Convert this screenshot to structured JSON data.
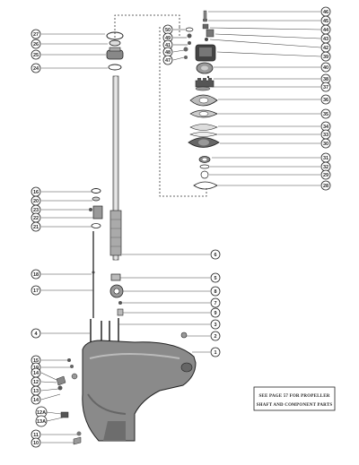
{
  "callouts": {
    "c27": "27",
    "c26": "26",
    "c25": "25",
    "c24": "24",
    "c46": "46",
    "c45": "45",
    "c44": "44",
    "c43": "43",
    "c42": "42",
    "c39": "39",
    "c50": "50",
    "c49": "49",
    "c41": "41",
    "c48": "48",
    "c47": "47",
    "c40": "40",
    "c38": "38",
    "c37": "37",
    "c36": "36",
    "c35": "35",
    "c34": "34",
    "c33": "33",
    "c30": "30",
    "c31": "31",
    "c32": "32",
    "c29": "29",
    "c28": "28",
    "c16a": "16",
    "c20": "20",
    "c23": "23",
    "c22": "22",
    "c21": "21",
    "c6": "6",
    "c18": "18",
    "c5": "5",
    "c17": "17",
    "c8": "8",
    "c7": "7",
    "c9": "9",
    "c3": "3",
    "c4": "4",
    "c2": "2",
    "c1": "1",
    "c15": "15",
    "c19": "19",
    "c14a": "14",
    "c12": "12",
    "c13": "13",
    "c14b": "14",
    "c12a": "12A",
    "c13a": "13A",
    "c11": "11",
    "c10": "10"
  },
  "note": {
    "line1": "SEE PAGE 57 FOR PROPELLER",
    "line2": "SHAFT AND COMPONENT PARTS"
  }
}
